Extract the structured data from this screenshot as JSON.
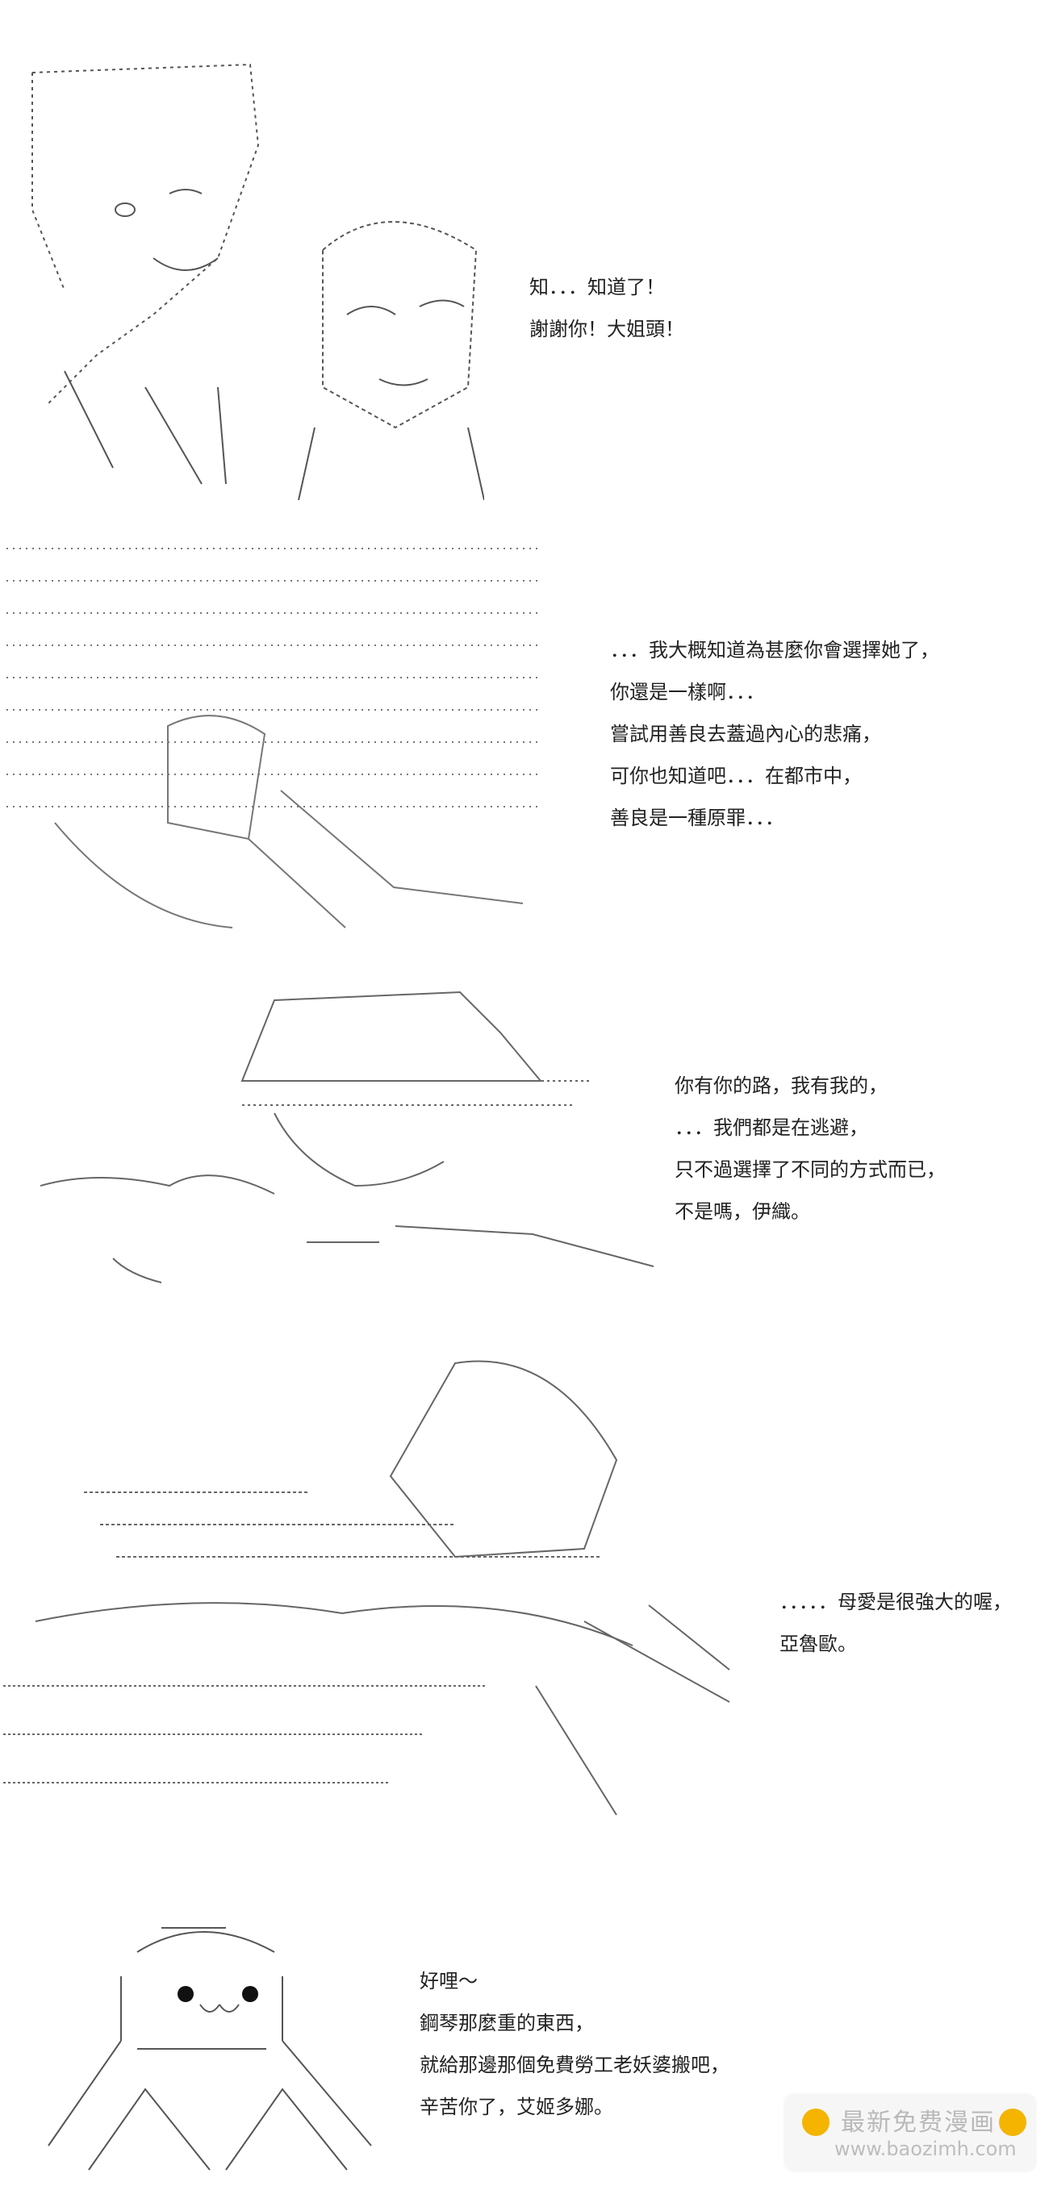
{
  "panels": [
    {
      "id": "p1",
      "lines": [
        "知．．．知道了！",
        "謝謝你！大姐頭！"
      ]
    },
    {
      "id": "p2",
      "lines": [
        "．．．我大概知道為甚麼你會選擇她了，",
        "你還是一樣啊．．．",
        "嘗試用善良去蓋過內心的悲痛，",
        "可你也知道吧．．．在都市中，",
        "善良是一種原罪．．．"
      ]
    },
    {
      "id": "p3",
      "lines": [
        "你有你的路，我有我的，",
        "．．．我們都是在逃避，",
        "只不過選擇了不同的方式而已，",
        "不是嗎，伊織。"
      ]
    },
    {
      "id": "p4",
      "lines": [
        "．．．．．母愛是很強大的喔，",
        "亞魯歐。"
      ]
    },
    {
      "id": "p5",
      "lines": [
        "好哩～",
        "鋼琴那麼重的東西，",
        "就給那邊那個免費勞工老妖婆搬吧，",
        "辛苦你了，艾姬多娜。"
      ]
    }
  ],
  "watermark": {
    "title": "最新免费漫画",
    "url": "www.baozimh.com"
  },
  "colors": {
    "ink": "#222222",
    "art_stroke": "#555555",
    "watermark_text": "#b9b9b9",
    "watermark_hand": "#f4b400"
  }
}
